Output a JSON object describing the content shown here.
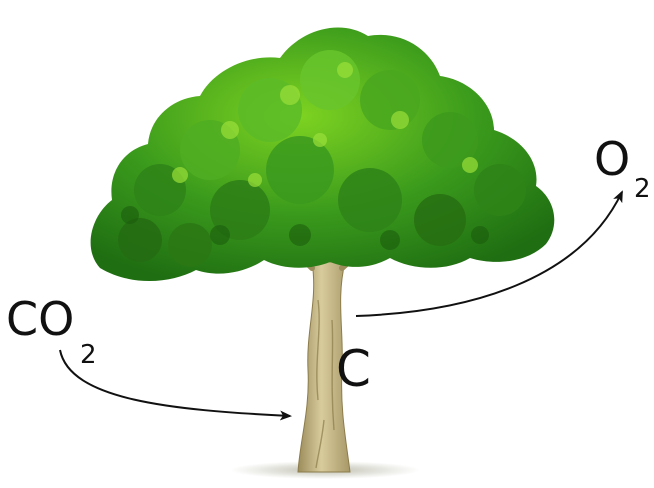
{
  "labels": {
    "co2_main": "CO",
    "co2_sub": "2",
    "o2_main": "O",
    "o2_sub": "2",
    "carbon": "C"
  },
  "colors": {
    "leaf_dark": "#1f6e12",
    "leaf_mid": "#3a9a1c",
    "leaf_light": "#7ed321",
    "trunk": "#c8b98a",
    "trunk_shadow": "#9c8c5c",
    "arrow": "#111111",
    "background": "#ffffff"
  }
}
